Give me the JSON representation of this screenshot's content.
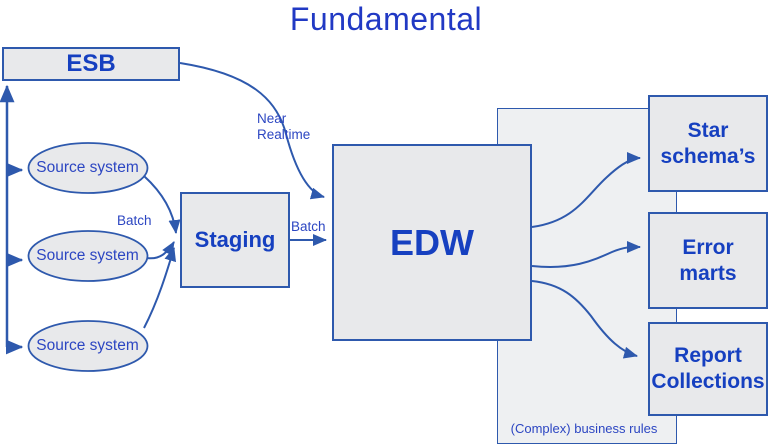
{
  "title": "Fundamental",
  "nodes": {
    "esb": {
      "label": "ESB"
    },
    "sources": [
      {
        "label": "Source system"
      },
      {
        "label": "Source system"
      },
      {
        "label": "Source system"
      }
    ],
    "staging": {
      "label": "Staging"
    },
    "edw": {
      "label": "EDW"
    },
    "star_schemas": {
      "label": "Star\nschema’s"
    },
    "error_marts": {
      "label": "Error\nmarts"
    },
    "report_collections": {
      "label": "Report\nCollections"
    },
    "business_rules": {
      "label": "(Complex) business rules"
    }
  },
  "edge_labels": {
    "near_realtime": "Near\nRealtime",
    "batch_sources": "Batch",
    "batch_staging": "Batch"
  },
  "colors": {
    "line": "#2e59ad",
    "text": "#1640c0",
    "label_text": "#2c46c2",
    "node_fill": "#e8e9eb",
    "region_fill": "#eef0f2",
    "background": "#ffffff"
  }
}
